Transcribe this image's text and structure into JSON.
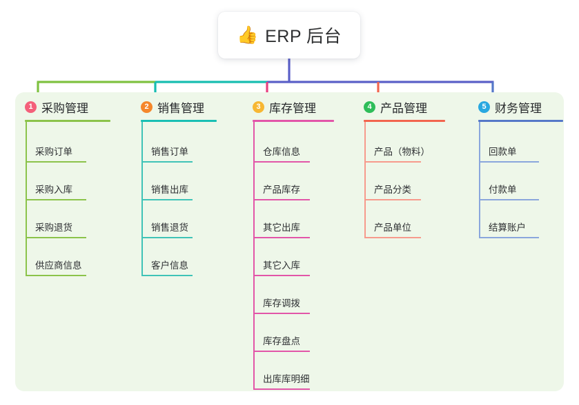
{
  "root": {
    "icon": "thumbs-up-icon",
    "icon_glyph": "👍",
    "title": "ERP 后台"
  },
  "palette": {
    "panel_bg": "#eef7e9",
    "page_bg": "#ffffff",
    "bus_left": "#7fc241",
    "bus_mid": "#17bdb0",
    "bus_right": "#5a5fc7"
  },
  "columns": [
    {
      "number": "1",
      "title": "采购管理",
      "badge_color": "#F4607A",
      "rule_color": "#8BC34A",
      "line_color": "#8BC34A",
      "stub_color": "#7fc241",
      "items": [
        "采购订单",
        "采购入库",
        "采购退货",
        "供应商信息"
      ]
    },
    {
      "number": "2",
      "title": "销售管理",
      "badge_color": "#F5872B",
      "rule_color": "#19BFB4",
      "line_color": "#3FC3B7",
      "stub_color": "#17bdb0",
      "items": [
        "销售订单",
        "销售出库",
        "销售退货",
        "客户信息"
      ]
    },
    {
      "number": "3",
      "title": "库存管理",
      "badge_color": "#F7B733",
      "rule_color": "#E255A8",
      "line_color": "#E255A8",
      "stub_color": "#E8407F",
      "items": [
        "仓库信息",
        "产品库存",
        "其它出库",
        "其它入库",
        "库存调拨",
        "库存盘点",
        "出库库明细"
      ]
    },
    {
      "number": "4",
      "title": "产品管理",
      "badge_color": "#2EBD59",
      "rule_color": "#F2654E",
      "line_color": "#F79A8C",
      "stub_color": "#F2654E",
      "items": [
        "产品（物料）",
        "产品分类",
        "产品单位"
      ]
    },
    {
      "number": "5",
      "title": "财务管理",
      "badge_color": "#29A8E0",
      "rule_color": "#5578C8",
      "line_color": "#8AA6DC",
      "stub_color": "#5578C8",
      "items": [
        "回款单",
        "付款单",
        "结算账户"
      ]
    }
  ]
}
